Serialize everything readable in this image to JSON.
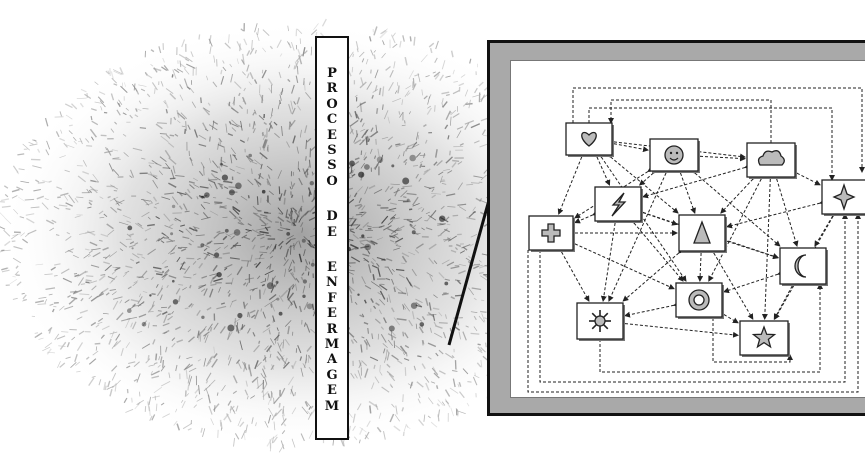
{
  "title_text": "PROCESSO DE ENFERMAGEM",
  "title_words": [
    "PROCESSO",
    "DE",
    "ENFERMAGEM"
  ],
  "colors": {
    "background": "#ffffff",
    "texture": "#222222",
    "panel_frame": "#a9a9a9",
    "panel_border": "#111111",
    "node_fill": "#ffffff",
    "arrow": "#222222"
  },
  "diagram": {
    "nodes": [
      {
        "id": "heart",
        "icon": "heart-icon"
      },
      {
        "id": "smiley",
        "icon": "smiley-icon"
      },
      {
        "id": "cloud",
        "icon": "cloud-icon"
      },
      {
        "id": "sparkle",
        "icon": "sparkle-star-icon"
      },
      {
        "id": "lightning",
        "icon": "lightning-icon"
      },
      {
        "id": "cross",
        "icon": "cross-icon"
      },
      {
        "id": "triangle",
        "icon": "triangle-icon"
      },
      {
        "id": "moon",
        "icon": "moon-icon"
      },
      {
        "id": "donut",
        "icon": "donut-icon"
      },
      {
        "id": "sun",
        "icon": "sun-icon"
      },
      {
        "id": "star",
        "icon": "star-icon"
      }
    ],
    "links": [
      [
        "heart",
        "smiley"
      ],
      [
        "heart",
        "lightning"
      ],
      [
        "heart",
        "cross"
      ],
      [
        "heart",
        "triangle"
      ],
      [
        "heart",
        "cloud"
      ],
      [
        "smiley",
        "cloud"
      ],
      [
        "smiley",
        "lightning"
      ],
      [
        "smiley",
        "triangle"
      ],
      [
        "smiley",
        "moon"
      ],
      [
        "smiley",
        "cross"
      ],
      [
        "cloud",
        "sparkle"
      ],
      [
        "cloud",
        "triangle"
      ],
      [
        "cloud",
        "lightning"
      ],
      [
        "cloud",
        "moon"
      ],
      [
        "cloud",
        "star"
      ],
      [
        "sparkle",
        "moon"
      ],
      [
        "sparkle",
        "star"
      ],
      [
        "sparkle",
        "triangle"
      ],
      [
        "lightning",
        "cross"
      ],
      [
        "lightning",
        "triangle"
      ],
      [
        "lightning",
        "donut"
      ],
      [
        "lightning",
        "sun"
      ],
      [
        "cross",
        "sun"
      ],
      [
        "cross",
        "triangle"
      ],
      [
        "cross",
        "donut"
      ],
      [
        "triangle",
        "moon"
      ],
      [
        "triangle",
        "donut"
      ],
      [
        "triangle",
        "star"
      ],
      [
        "triangle",
        "sun"
      ],
      [
        "moon",
        "star"
      ],
      [
        "moon",
        "donut"
      ],
      [
        "donut",
        "sun"
      ],
      [
        "donut",
        "star"
      ],
      [
        "sun",
        "star"
      ],
      [
        "heart",
        "donut"
      ],
      [
        "smiley",
        "sun"
      ],
      [
        "cloud",
        "donut"
      ],
      [
        "lightning",
        "moon"
      ]
    ]
  }
}
